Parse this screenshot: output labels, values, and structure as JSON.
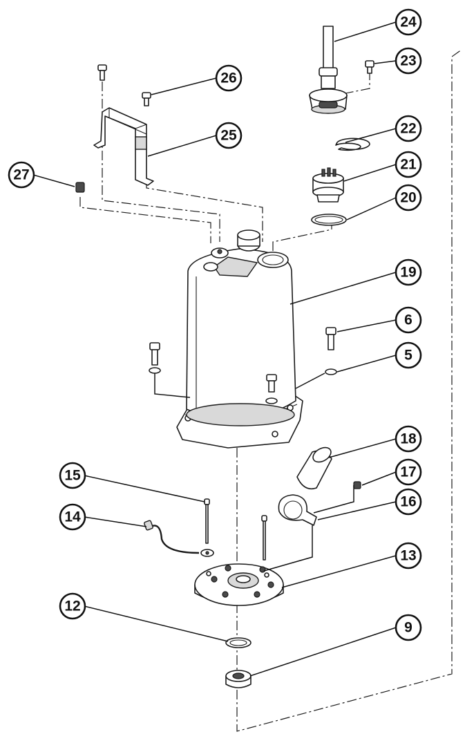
{
  "callouts": [
    {
      "id": "24",
      "label": "24"
    },
    {
      "id": "23",
      "label": "23"
    },
    {
      "id": "26",
      "label": "26"
    },
    {
      "id": "22",
      "label": "22"
    },
    {
      "id": "25",
      "label": "25"
    },
    {
      "id": "21",
      "label": "21"
    },
    {
      "id": "27",
      "label": "27"
    },
    {
      "id": "20",
      "label": "20"
    },
    {
      "id": "19",
      "label": "19"
    },
    {
      "id": "6",
      "label": "6"
    },
    {
      "id": "5",
      "label": "5"
    },
    {
      "id": "18",
      "label": "18"
    },
    {
      "id": "15",
      "label": "15"
    },
    {
      "id": "17",
      "label": "17"
    },
    {
      "id": "16",
      "label": "16"
    },
    {
      "id": "14",
      "label": "14"
    },
    {
      "id": "13",
      "label": "13"
    },
    {
      "id": "12",
      "label": "12"
    },
    {
      "id": "9",
      "label": "9"
    }
  ]
}
